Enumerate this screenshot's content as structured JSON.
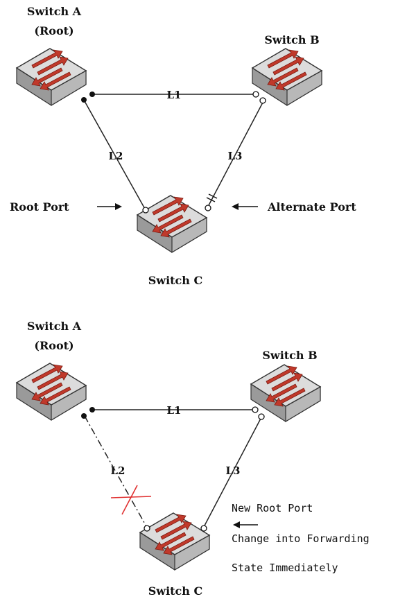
{
  "colors": {
    "arrow_red": "#c0392b",
    "switch_top": "#d9d9d9",
    "switch_side": "#a8a8a8",
    "fail_mark": "#e03030"
  },
  "top": {
    "switch_a": {
      "name": "Switch A",
      "role": "(Root)"
    },
    "switch_b": {
      "name": "Switch B"
    },
    "switch_c": {
      "name": "Switch C"
    },
    "links": {
      "l1": "L1",
      "l2": "L2",
      "l3": "L3"
    },
    "root_port_label": "Root Port",
    "alternate_port_label": "Alternate Port"
  },
  "bottom": {
    "switch_a": {
      "name": "Switch A",
      "role": "(Root)"
    },
    "switch_b": {
      "name": "Switch B"
    },
    "switch_c": {
      "name": "Switch C"
    },
    "links": {
      "l1": "L1",
      "l2": "L2",
      "l3": "L3"
    },
    "note_line1": "New Root Port",
    "note_line2": "Change into Forwarding",
    "note_line3": "State Immediately"
  }
}
